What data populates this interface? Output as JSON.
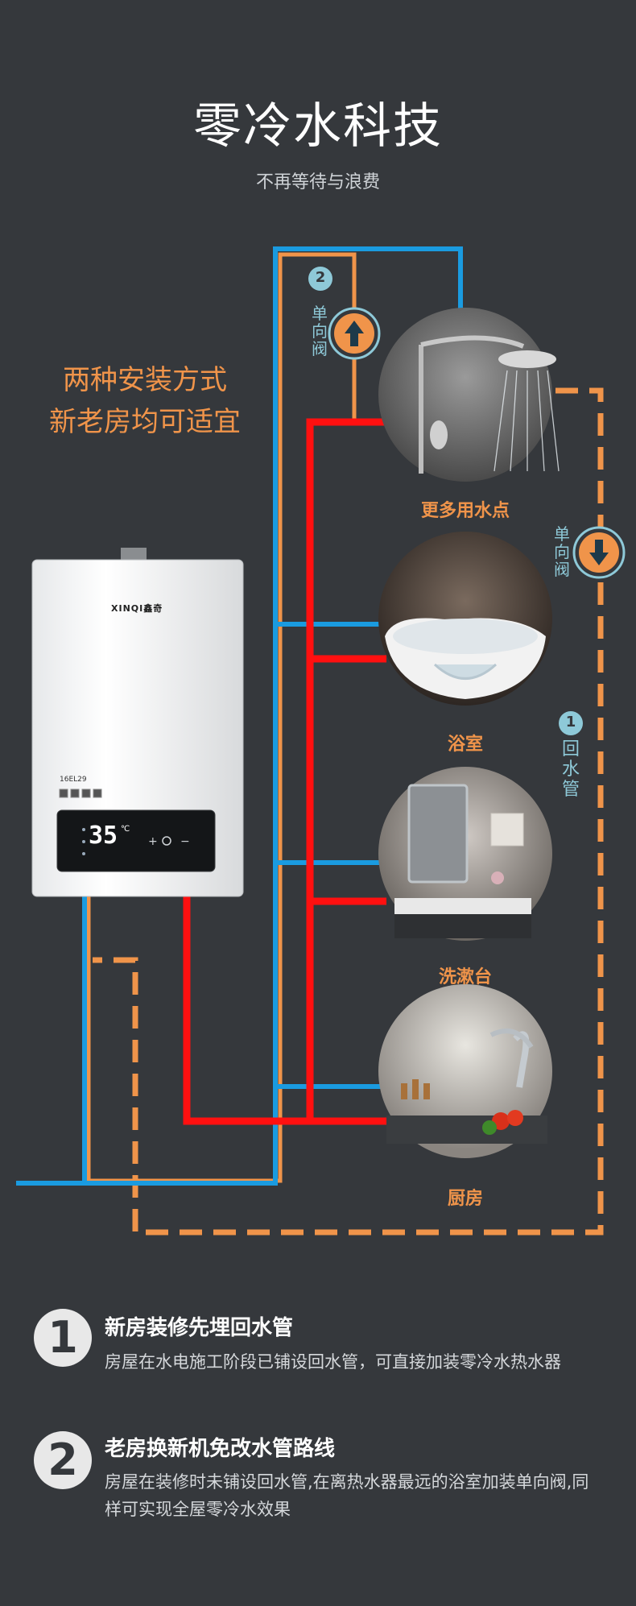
{
  "header": {
    "title": "零冷水科技",
    "subtitle": "不再等待与浪费"
  },
  "install": {
    "line1": "两种安装方式",
    "line2": "新老房均可适宜"
  },
  "heater": {
    "brand": "XINQI鑫奇",
    "model": "16EL29",
    "temperature": "35",
    "unit": "℃"
  },
  "valves": {
    "valve2": {
      "number": "2",
      "text": "单向阀"
    },
    "valve_down": {
      "text": "单向阀"
    },
    "return_pipe": {
      "number": "1",
      "text": "回水管"
    }
  },
  "points": [
    {
      "label": "更多用水点",
      "icon": "shower-icon"
    },
    {
      "label": "浴室",
      "icon": "bathtub-icon"
    },
    {
      "label": "洗漱台",
      "icon": "washbasin-icon"
    },
    {
      "label": "厨房",
      "icon": "kitchen-sink-icon"
    }
  ],
  "features": [
    {
      "number": "1",
      "title": "新房装修先埋回水管",
      "desc": "房屋在水电施工阶段已铺设回水管，可直接加装零冷水热水器"
    },
    {
      "number": "2",
      "title": "老房换新机免改水管路线",
      "desc": "房屋在装修时未铺设回水管,在离热水器最远的浴室加装单向阀,同样可实现全屋零冷水效果"
    }
  ],
  "colors": {
    "background": "#35383c",
    "hot_pipe": "#ff1010",
    "cold_pipe": "#1a9be0",
    "return_pipe": "#f0944a",
    "accent": "#f0944a"
  }
}
